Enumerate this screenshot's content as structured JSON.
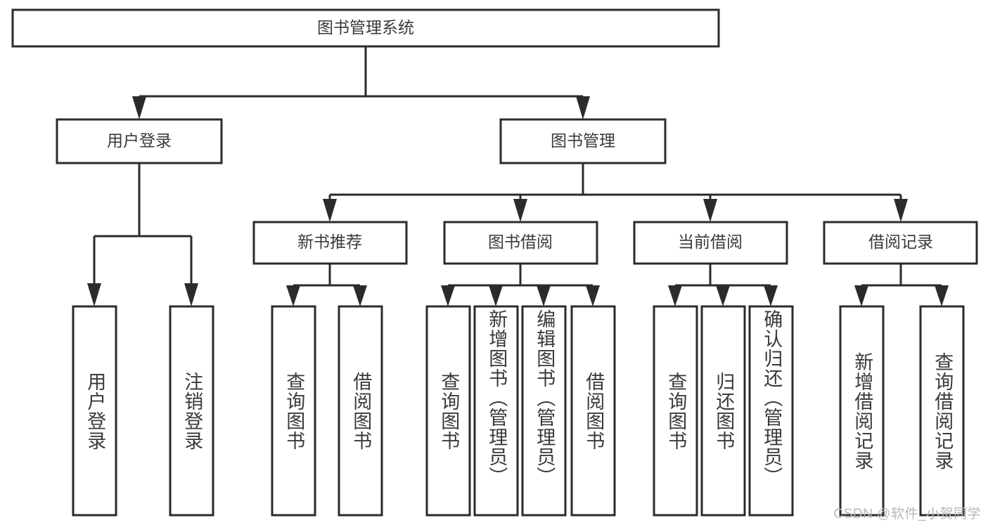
{
  "diagram": {
    "title": "图书管理系统",
    "type": "hierarchy-tree",
    "watermark": "CSDN @软件_小贺同学",
    "colors": {
      "stroke": "#2b2b2b",
      "fill": "#ffffff",
      "text": "#3a3a3a",
      "watermark": "#b8b8b8",
      "background": "#ffffff"
    },
    "root": {
      "label": "图书管理系统"
    },
    "level2": [
      {
        "label": "用户登录"
      },
      {
        "label": "图书管理"
      }
    ],
    "level3": [
      {
        "label": "新书推荐"
      },
      {
        "label": "图书借阅"
      },
      {
        "label": "当前借阅"
      },
      {
        "label": "借阅记录"
      }
    ],
    "leaves": {
      "user_login": [
        {
          "label": "用户登录"
        },
        {
          "label": "注销登录"
        }
      ],
      "new_book_recommend": [
        {
          "label": "查询图书"
        },
        {
          "label": "借阅图书"
        }
      ],
      "book_borrow": [
        {
          "label": "查询图书"
        },
        {
          "label": "新增图书（管理员）"
        },
        {
          "label": "编辑图书（管理员）"
        },
        {
          "label": "借阅图书"
        }
      ],
      "current_borrow": [
        {
          "label": "查询图书"
        },
        {
          "label": "归还图书"
        },
        {
          "label": "确认归还（管理员）"
        }
      ],
      "borrow_record": [
        {
          "label": "新增借阅记录"
        },
        {
          "label": "查询借阅记录"
        }
      ]
    }
  }
}
